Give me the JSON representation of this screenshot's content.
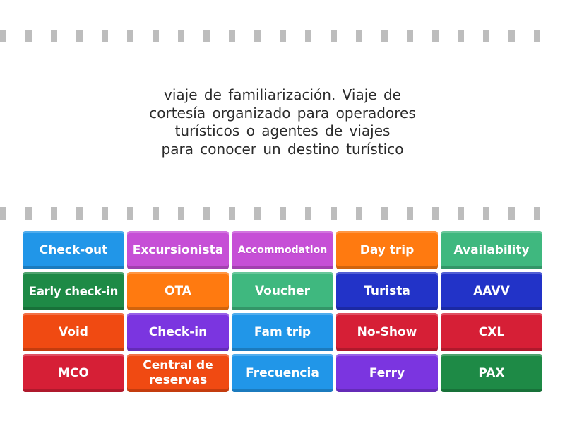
{
  "prompt": {
    "lines": [
      "viaje de familiarización.  Viaje de",
      "cortesía organizado para operadores",
      "turísticos o agentes de viajes",
      "para conocer un destino turístico"
    ]
  },
  "colors": {
    "blue": "#2196e8",
    "magenta": "#c64fd6",
    "orange": "#ff7a10",
    "teal_green": "#3fb87f",
    "dark_green": "#1e8a46",
    "royal_blue": "#2233c8",
    "red_orange": "#f04a12",
    "purple": "#7b35e0",
    "crimson": "#d61f36",
    "dash_gray": "#bdbdbd",
    "prompt_text": "#2b2b2b"
  },
  "tiles": [
    {
      "label": "Check-out",
      "color": "#2196e8"
    },
    {
      "label": "Excursionista",
      "color": "#c64fd6"
    },
    {
      "label": "Accommodation",
      "color": "#c64fd6",
      "size": "small"
    },
    {
      "label": "Day trip",
      "color": "#ff7a10"
    },
    {
      "label": "Availability",
      "color": "#3fb87f"
    },
    {
      "label": "Early check-in",
      "color": "#1e8a46",
      "size": "narrow"
    },
    {
      "label": "OTA",
      "color": "#ff7a10"
    },
    {
      "label": "Voucher",
      "color": "#3fb87f"
    },
    {
      "label": "Turista",
      "color": "#2233c8"
    },
    {
      "label": "AAVV",
      "color": "#2233c8"
    },
    {
      "label": "Void",
      "color": "#f04a12"
    },
    {
      "label": "Check-in",
      "color": "#7b35e0"
    },
    {
      "label": "Fam trip",
      "color": "#2196e8"
    },
    {
      "label": "No-Show",
      "color": "#d61f36"
    },
    {
      "label": "CXL",
      "color": "#d61f36"
    },
    {
      "label": "MCO",
      "color": "#d61f36"
    },
    {
      "label": "Central de reservas",
      "color": "#f04a12"
    },
    {
      "label": "Frecuencia",
      "color": "#2196e8"
    },
    {
      "label": "Ferry",
      "color": "#7b35e0"
    },
    {
      "label": "PAX",
      "color": "#1e8a46"
    }
  ]
}
